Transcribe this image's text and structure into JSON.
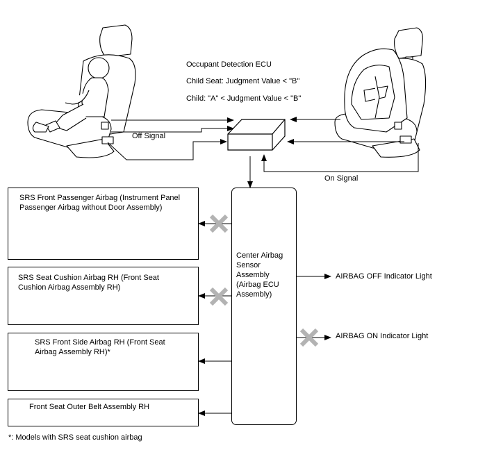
{
  "ecu": {
    "title": "Occupant Detection ECU",
    "line1": "Child Seat: Judgment Value < \"B\"",
    "line2": "Child: \"A\" < Judgment Value < \"B\""
  },
  "signals": {
    "off": "Off Signal",
    "on": "On Signal"
  },
  "center_ecu": {
    "label": "Center Airbag Sensor Assembly (Airbag ECU Assembly)"
  },
  "outputs": [
    {
      "label": "SRS Front Passenger Airbag (Instrument Panel Passenger Airbag without Door Assembly)",
      "blocked": true
    },
    {
      "label": "SRS Seat Cushion Airbag RH (Front Seat Cushion Airbag Assembly RH)",
      "blocked": true
    },
    {
      "label": "SRS Front Side Airbag RH (Front Seat Airbag Assembly RH)*",
      "blocked": false
    },
    {
      "label": "Front Seat Outer Belt Assembly RH",
      "blocked": false
    }
  ],
  "indicators": {
    "off_light": "AIRBAG OFF Indicator Light",
    "on_light": "AIRBAG ON Indicator Light"
  },
  "footnote": "*: Models with SRS seat cushion airbag",
  "colors": {
    "blocked_x": "#b3b3b3",
    "line": "#000000"
  }
}
